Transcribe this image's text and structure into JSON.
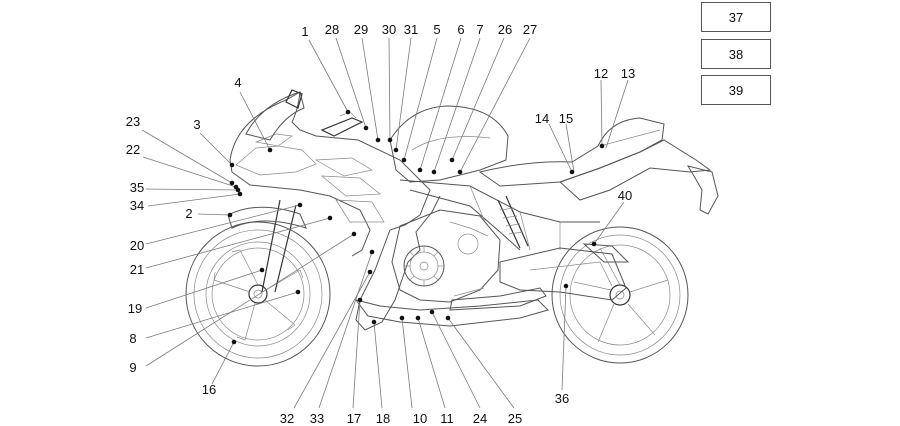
{
  "callouts": [
    "1",
    "2",
    "3",
    "4",
    "5",
    "6",
    "7",
    "8",
    "9",
    "10",
    "11",
    "12",
    "13",
    "14",
    "15",
    "16",
    "17",
    "18",
    "19",
    "20",
    "21",
    "22",
    "23",
    "24",
    "25",
    "26",
    "27",
    "28",
    "29",
    "30",
    "31",
    "32",
    "33",
    "34",
    "35",
    "36",
    "40"
  ],
  "legend": [
    "37",
    "38",
    "39"
  ]
}
